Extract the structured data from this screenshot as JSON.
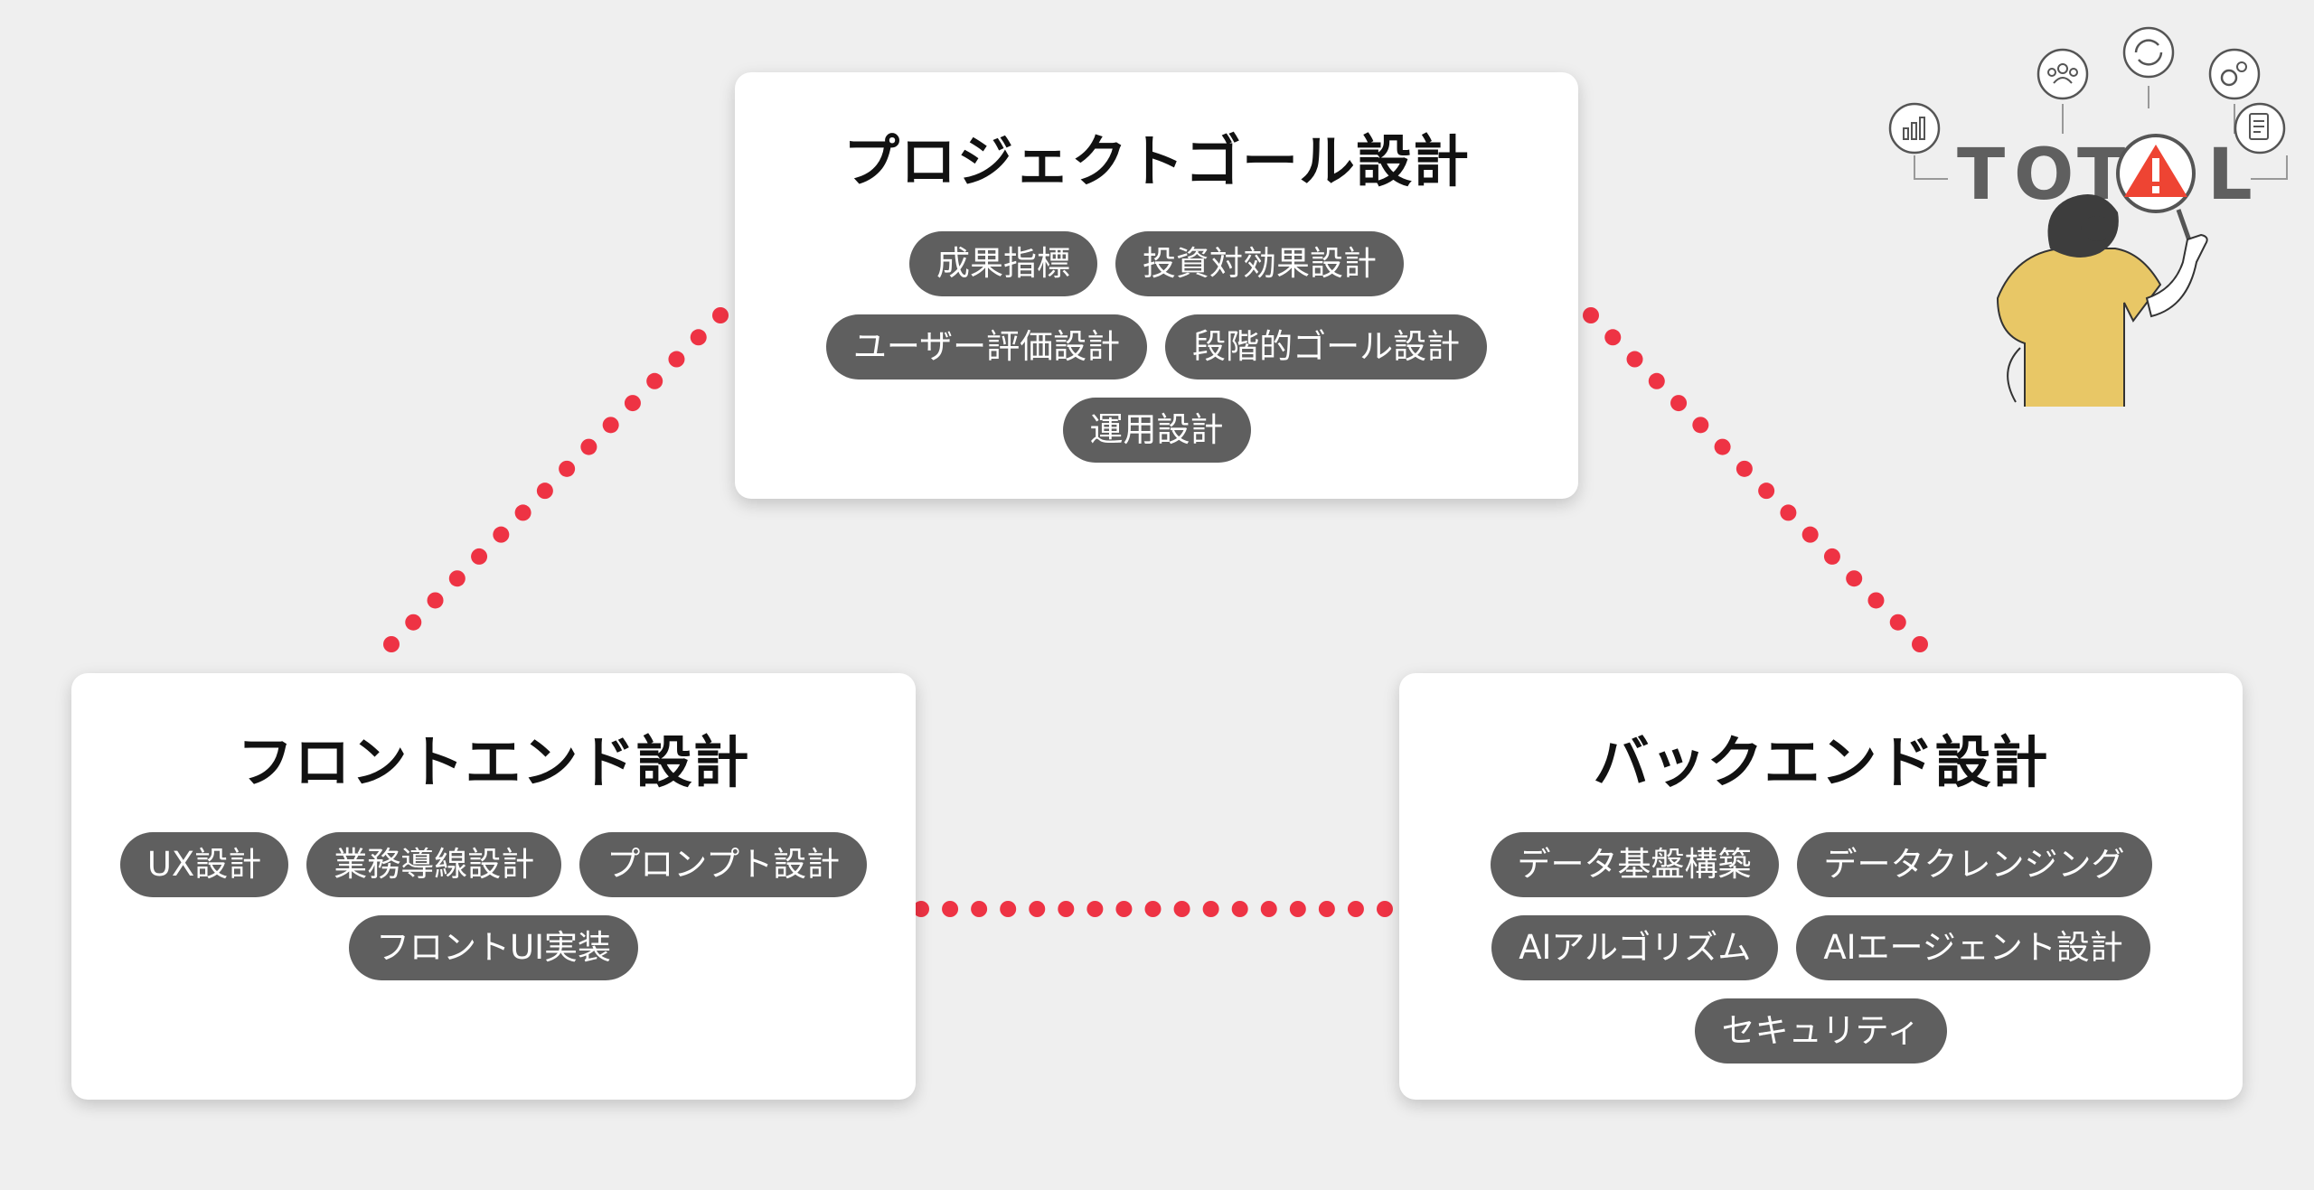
{
  "colors": {
    "background": "#efefef",
    "card": "#ffffff",
    "tag": "#5f5f5f",
    "tag_text": "#ffffff",
    "title_text": "#111111",
    "connector_dots": "#ee3344",
    "warning": "#ee4433",
    "shirt": "#e8c766"
  },
  "cards": {
    "top": {
      "title": "プロジェクトゴール設計",
      "tags": [
        "成果指標",
        "投資対効果設計",
        "ユーザー評価設計",
        "段階的ゴール設計",
        "運用設計"
      ]
    },
    "left": {
      "title": "フロントエンド設計",
      "tags": [
        "UX設計",
        "業務導線設計",
        "プロンプト設計",
        "フロントUI実装"
      ]
    },
    "right": {
      "title": "バックエンド設計",
      "tags": [
        "データ基盤構築",
        "データクレンジング",
        "AIアルゴリズム",
        "AIエージェント設計",
        "セキュリティ"
      ]
    }
  },
  "illustration": {
    "word": "TOTAL",
    "icons": [
      "chart-icon",
      "team-icon",
      "cycle-icon",
      "gears-icon",
      "clipboard-icon"
    ]
  }
}
